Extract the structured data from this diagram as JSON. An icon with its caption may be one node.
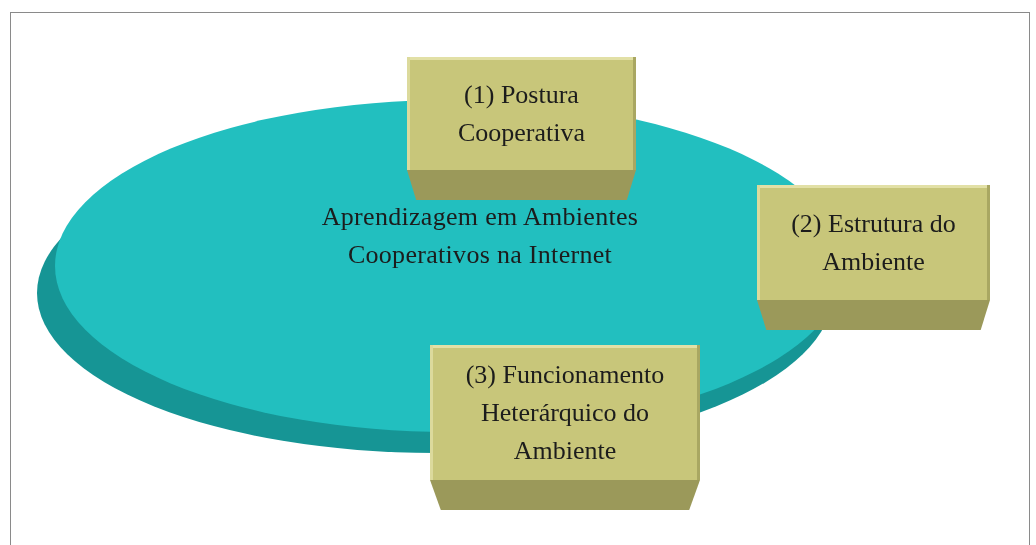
{
  "diagram": {
    "nodes": [
      {
        "text": [
          "Aprendizagem em Ambientes Cooperativos na Internet"
        ]
      },
      {
        "text": [
          "(1) Postura Cooperativa"
        ]
      },
      {
        "text": [
          "(2) Estrutura do Ambiente"
        ]
      },
      {
        "text": [
          "(3) Funcionamento Heterárquico do Ambiente"
        ]
      }
    ]
  }
}
